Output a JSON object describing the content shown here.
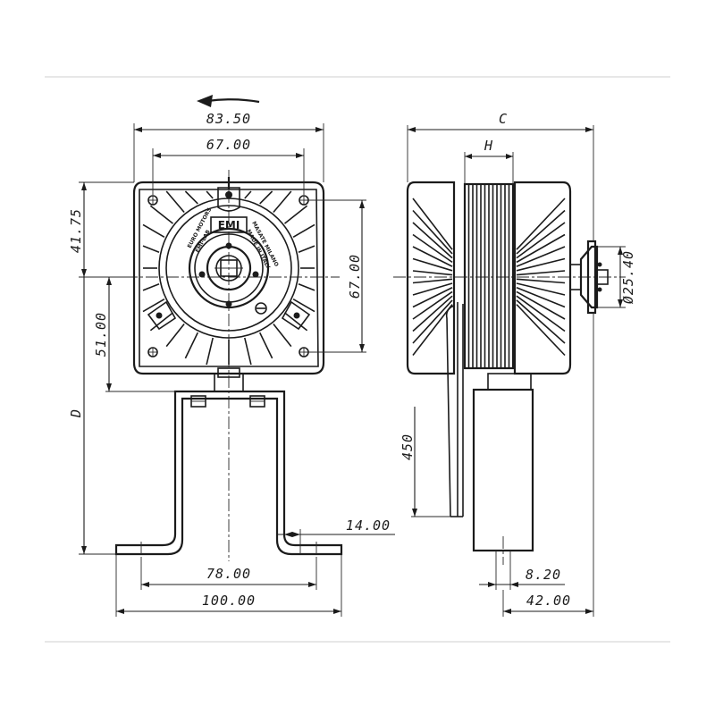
{
  "dimensions": {
    "front_overall_width": "83.50",
    "front_hole_spacing_width": "67.00",
    "front_upper_height": "41.75",
    "front_hole_spacing_height": "67.00",
    "front_lower_height": "51.00",
    "front_total_height": "D",
    "bracket_hole_spacing": "78.00",
    "bracket_width": "100.00",
    "bracket_thickness": "14.00",
    "side_overall_length": "C",
    "side_stack_width": "H",
    "lead_length": "450",
    "flange_diameter": "Ø25.40",
    "shaft_offset": "8.20",
    "side_base_width": "42.00"
  },
  "label": {
    "brand": "EMI",
    "ring_text_left": "EURO MOTORS",
    "ring_text_left_2": "EMI-LAB",
    "ring_text_right": "MASATE MILANO",
    "ring_text_right_2": "MADE IN ITALY"
  },
  "annotations": {
    "rotation_arrow": "counter-clockwise rotation"
  }
}
